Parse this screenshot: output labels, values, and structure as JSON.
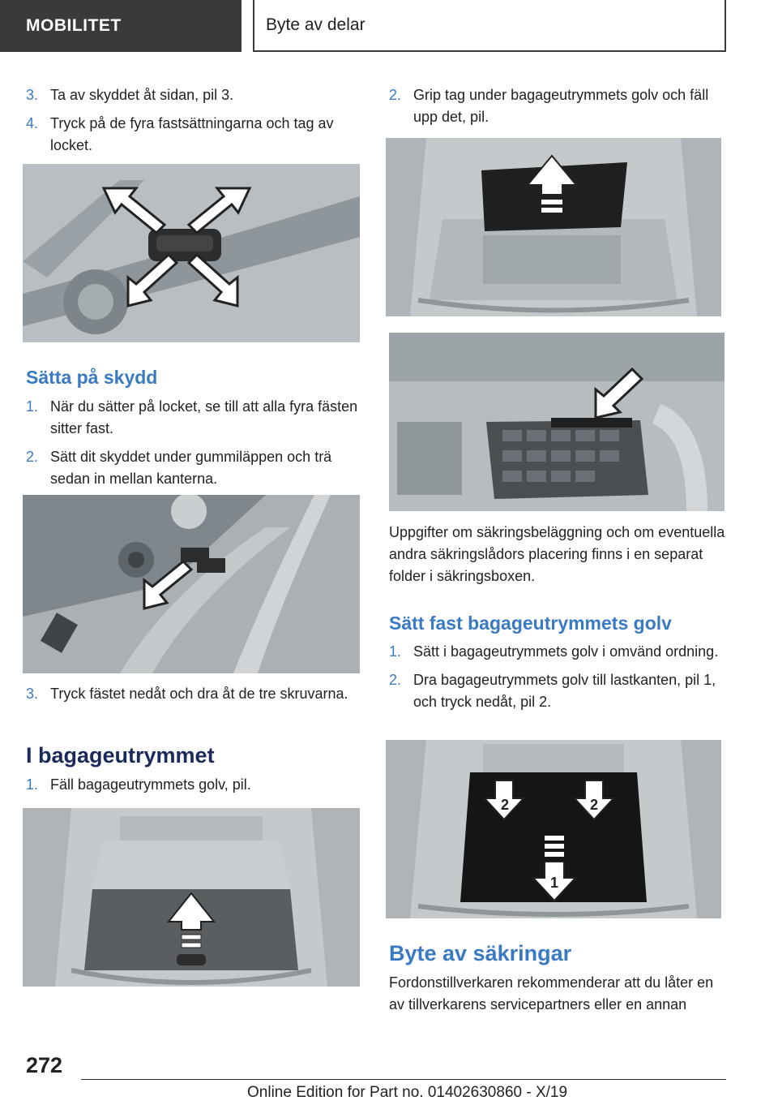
{
  "header": {
    "tab": "MOBILITET",
    "section": "Byte av delar"
  },
  "left": {
    "steps_top": [
      {
        "num": "3.",
        "text": "Ta av skyddet åt sidan, pil 3."
      },
      {
        "num": "4.",
        "text": "Tryck på de fyra fastsättningarna och tag av locket."
      }
    ],
    "heading_1": "Sätta på skydd",
    "steps_mid": [
      {
        "num": "1.",
        "text": "När du sätter på locket, se till att alla fyra fäs­ten sitter fast."
      },
      {
        "num": "2.",
        "text": "Sätt dit skyddet under gummiläppen och trä sedan in mellan kanterna."
      }
    ],
    "steps_after": [
      {
        "num": "3.",
        "text": "Tryck fästet nedåt och dra åt de tre skru­varna."
      }
    ],
    "heading_2": "I bagageutrymmet",
    "steps_bottom": [
      {
        "num": "1.",
        "text": "Fäll bagageutrymmets golv, pil."
      }
    ]
  },
  "right": {
    "steps_top": [
      {
        "num": "2.",
        "text": "Grip tag under bagageutrymmets golv och fäll upp det, pil."
      }
    ],
    "para_1": "Uppgifter om säkringsbeläggning och om even­tuella andra säkringslådors placering finns i en separat folder i säkringsboxen.",
    "heading_1": "Sätt fast bagageutrymmets golv",
    "steps_mid": [
      {
        "num": "1.",
        "text": "Sätt i bagageutrymmets golv i omvänd ord­ning."
      },
      {
        "num": "2.",
        "text": "Dra bagageutrymmets golv till lastkanten, pil 1, och tryck nedåt, pil 2."
      }
    ],
    "figure_labels": {
      "arrow_2a": "2",
      "arrow_2b": "2",
      "arrow_1": "1"
    },
    "heading_2": "Byte av säkringar",
    "para_2": "Fordonstillverkaren rekommenderar att du låter en av tillverkarens servicepartners eller en annan"
  },
  "footer": {
    "page": "272",
    "edition": "Online Edition for Part no. 01402630860 - X/19"
  },
  "colors": {
    "accent": "#3a7ac2",
    "header_bg": "#3a3a3a"
  }
}
